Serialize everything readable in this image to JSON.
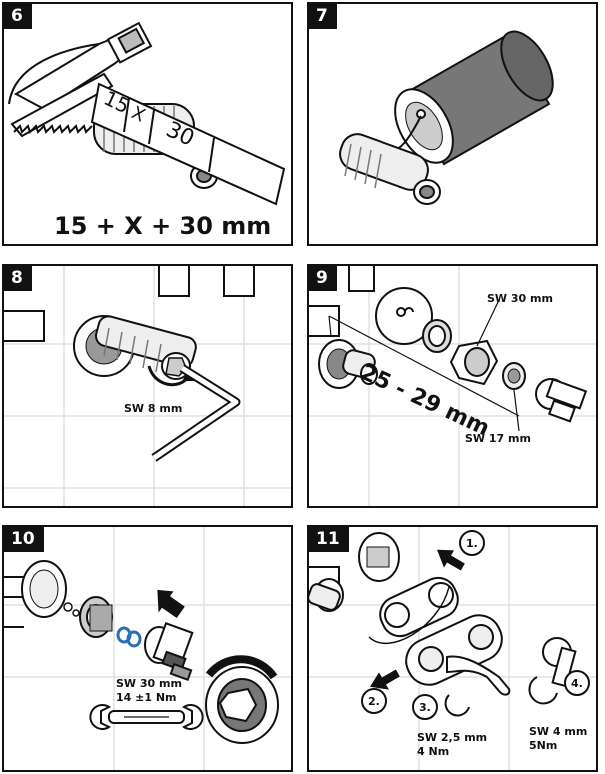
{
  "steps": {
    "s6": {
      "number": "6",
      "formula": "15 + X + 30 mm",
      "ruler": {
        "a": "15",
        "b": "X",
        "c": "30"
      }
    },
    "s7": {
      "number": "7"
    },
    "s8": {
      "number": "8",
      "wrench": "SW 8 mm"
    },
    "s9": {
      "number": "9",
      "dimension": "25 - 29 mm",
      "wrench_a": "SW 30 mm",
      "wrench_b": "SW 17 mm"
    },
    "s10": {
      "number": "10",
      "wrench": "SW 30 mm",
      "torque": "14 ±1 Nm"
    },
    "s11": {
      "number": "11",
      "step1": "1.",
      "step2": "2.",
      "step3": "3.",
      "step4": "4.",
      "hex_a": "SW 2,5 mm",
      "torque_a": "4 Nm",
      "hex_b": "SW 4 mm",
      "torque_b": "5Nm"
    }
  },
  "colors": {
    "ink": "#111111",
    "tile": "#e4e4e4",
    "blue": "#2a6fb5",
    "dark_gray": "#6e6e6e"
  }
}
